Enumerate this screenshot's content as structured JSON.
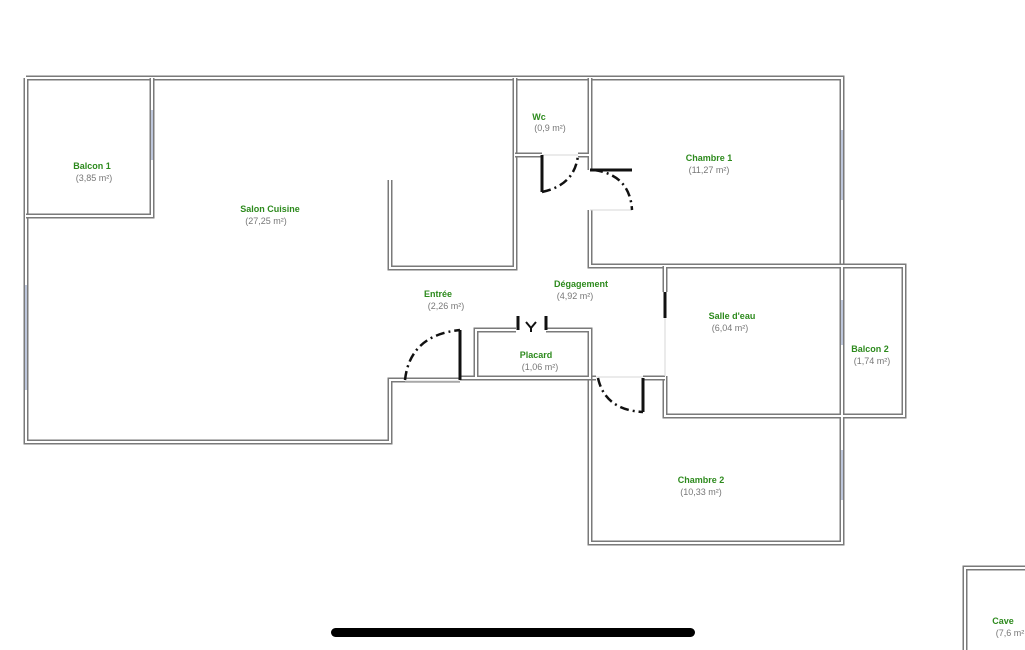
{
  "rooms": [
    {
      "id": "balcon-1",
      "name": "Balcon 1",
      "area": "(3,85 m²)"
    },
    {
      "id": "salon-cuisine",
      "name": "Salon Cuisine",
      "area": "(27,25 m²)"
    },
    {
      "id": "wc",
      "name": "Wc",
      "area": "(0,9 m²)"
    },
    {
      "id": "chambre-1",
      "name": "Chambre 1",
      "area": "(11,27 m²)"
    },
    {
      "id": "degagement",
      "name": "Dégagement",
      "area": "(4,92 m²)"
    },
    {
      "id": "entree",
      "name": "Entrée",
      "area": "(2,26 m²)"
    },
    {
      "id": "salle-deau",
      "name": "Salle d'eau",
      "area": "(6,04 m²)"
    },
    {
      "id": "balcon-2",
      "name": "Balcon 2",
      "area": "(1,74 m²)"
    },
    {
      "id": "placard",
      "name": "Placard",
      "area": "(1,06 m²)"
    },
    {
      "id": "chambre-2",
      "name": "Chambre 2",
      "area": "(10,33 m²)"
    },
    {
      "id": "cave",
      "name": "Cave",
      "area": "(7,6 m²"
    }
  ],
  "colors": {
    "wall": "#7a7a7a",
    "room_name": "#2d8a1d",
    "room_area": "#777777",
    "door": "#111111",
    "window": "#7e8fb8"
  }
}
